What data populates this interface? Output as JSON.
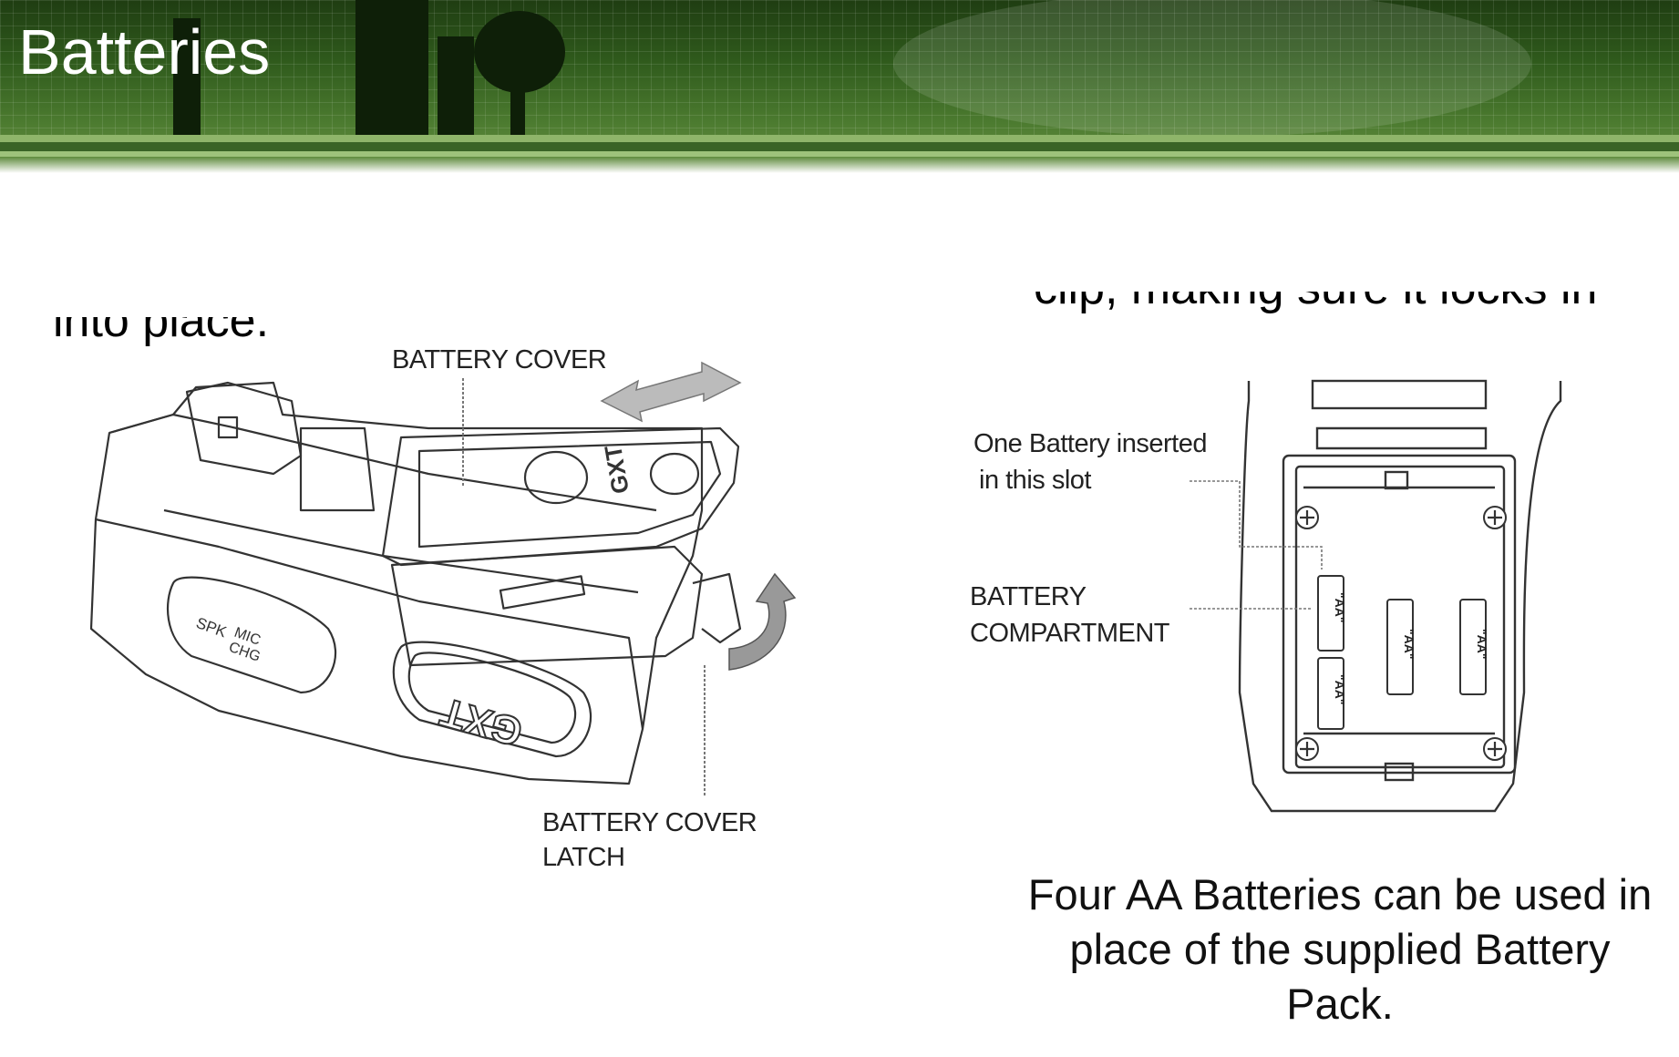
{
  "slide": {
    "title": "Batteries",
    "cut_text_left": "into place.",
    "cut_text_right": "clip, making sure it locks in"
  },
  "left_figure": {
    "label_cover": "BATTERY COVER",
    "label_latch_line1": "BATTERY COVER",
    "label_latch_line2": "LATCH",
    "brand": "GXT",
    "jack_spk": "SPK",
    "jack_mic": "MIC",
    "jack_chg": "CHG"
  },
  "right_figure": {
    "label_slot_line1": "One Battery inserted",
    "label_slot_line2": "in this slot",
    "label_compartment_line1": "BATTERY",
    "label_compartment_line2": "COMPARTMENT",
    "battery_marking": "\"AA\""
  },
  "caption": "Four AA Batteries can be used in place of the supplied Battery Pack.",
  "colors": {
    "banner_dark": "#1f3d12",
    "banner_light": "#6b9445",
    "title_text": "#ffffff"
  }
}
